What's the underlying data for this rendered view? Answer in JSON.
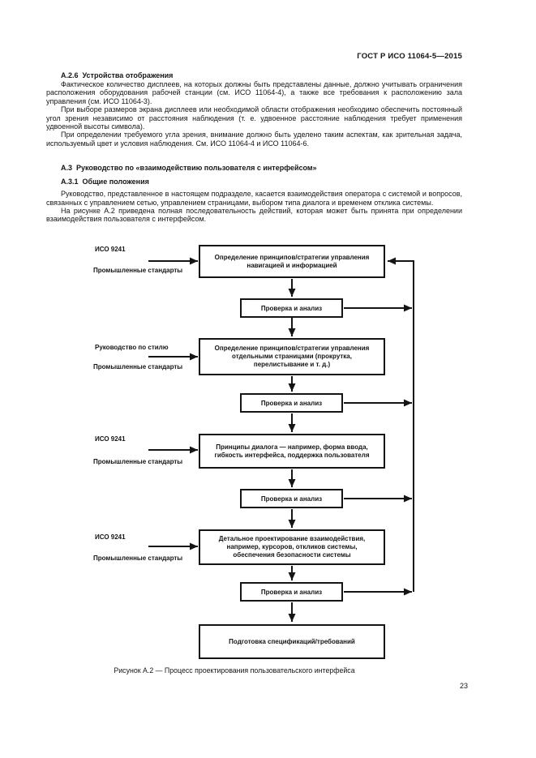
{
  "document": {
    "header": "ГОСТ Р ИСО 11064-5—2015",
    "page_number": "23"
  },
  "content": {
    "heading_a26": "А.2.6  Устройства отображения",
    "para1": "Фактическое количество дисплеев, на которых должны быть представлены данные, должно учитывать ограничения расположения оборудования рабочей станции (см. ИСО 11064-4), а также все требования к расположению зала управления (см. ИСО 11064-3).",
    "para2": "При выборе размеров экрана дисплеев или необходимой области отображения необходимо обеспечить постоянный угол зрения независимо от расстояния наблюдения (т. е. удвоенное расстояние наблюдения требует применения удвоенной высоты символа).",
    "para3": "При определении требуемого угла зрения, внимание должно быть уделено таким аспектам, как зрительная задача, используемый цвет и условия наблюдения. См. ИСО 11064-4 и ИСО 11064-6.",
    "heading_a3": "А.3  Руководство по «взаимодействию пользователя с интерфейсом»",
    "heading_a31": "А.3.1  Общие положения",
    "para4": "Руководство, представленное в настоящем подразделе, касается взаимодействия оператора с системой и вопросов, связанных с управлением сетью, управлением страницами, выбором типа диалога и временем отклика системы.",
    "para5": "На рисунке А.2 приведена полная последовательность действий, которая может быть принята при определении взаимодействия пользователя с интерфейсом."
  },
  "figure": {
    "caption": "Рисунок А.2 — Процесс проектирования пользовательского интерфейса",
    "check_label": "Проверка и анализ",
    "final_box": "Подготовка спецификаций/требований",
    "stages": [
      {
        "label_top": "ИСО 9241",
        "label_bottom": "Промышленные стандарты",
        "box": "Определение принципов/стратегии управления\nнавигацией и информацией"
      },
      {
        "label_top": "Руководство по стилю",
        "label_bottom": "Промышленные стандарты",
        "box": "Определение принципов/стратегии управления\nотдельными страницами (прокрутка,\nперелистывание и т. д.)"
      },
      {
        "label_top": "ИСО 9241",
        "label_bottom": "Промышленные стандарты",
        "box": "Принципы диалога — например, форма ввода,\nгибкость интерфейса, поддержка пользователя"
      },
      {
        "label_top": "ИСО 9241",
        "label_bottom": "Промышленные стандарты",
        "box": "Детальное проектирование взаимодействия,\nнапример, курсоров, откликов системы,\nобеспечения безопасности системы"
      }
    ],
    "line_color": "#151515"
  }
}
